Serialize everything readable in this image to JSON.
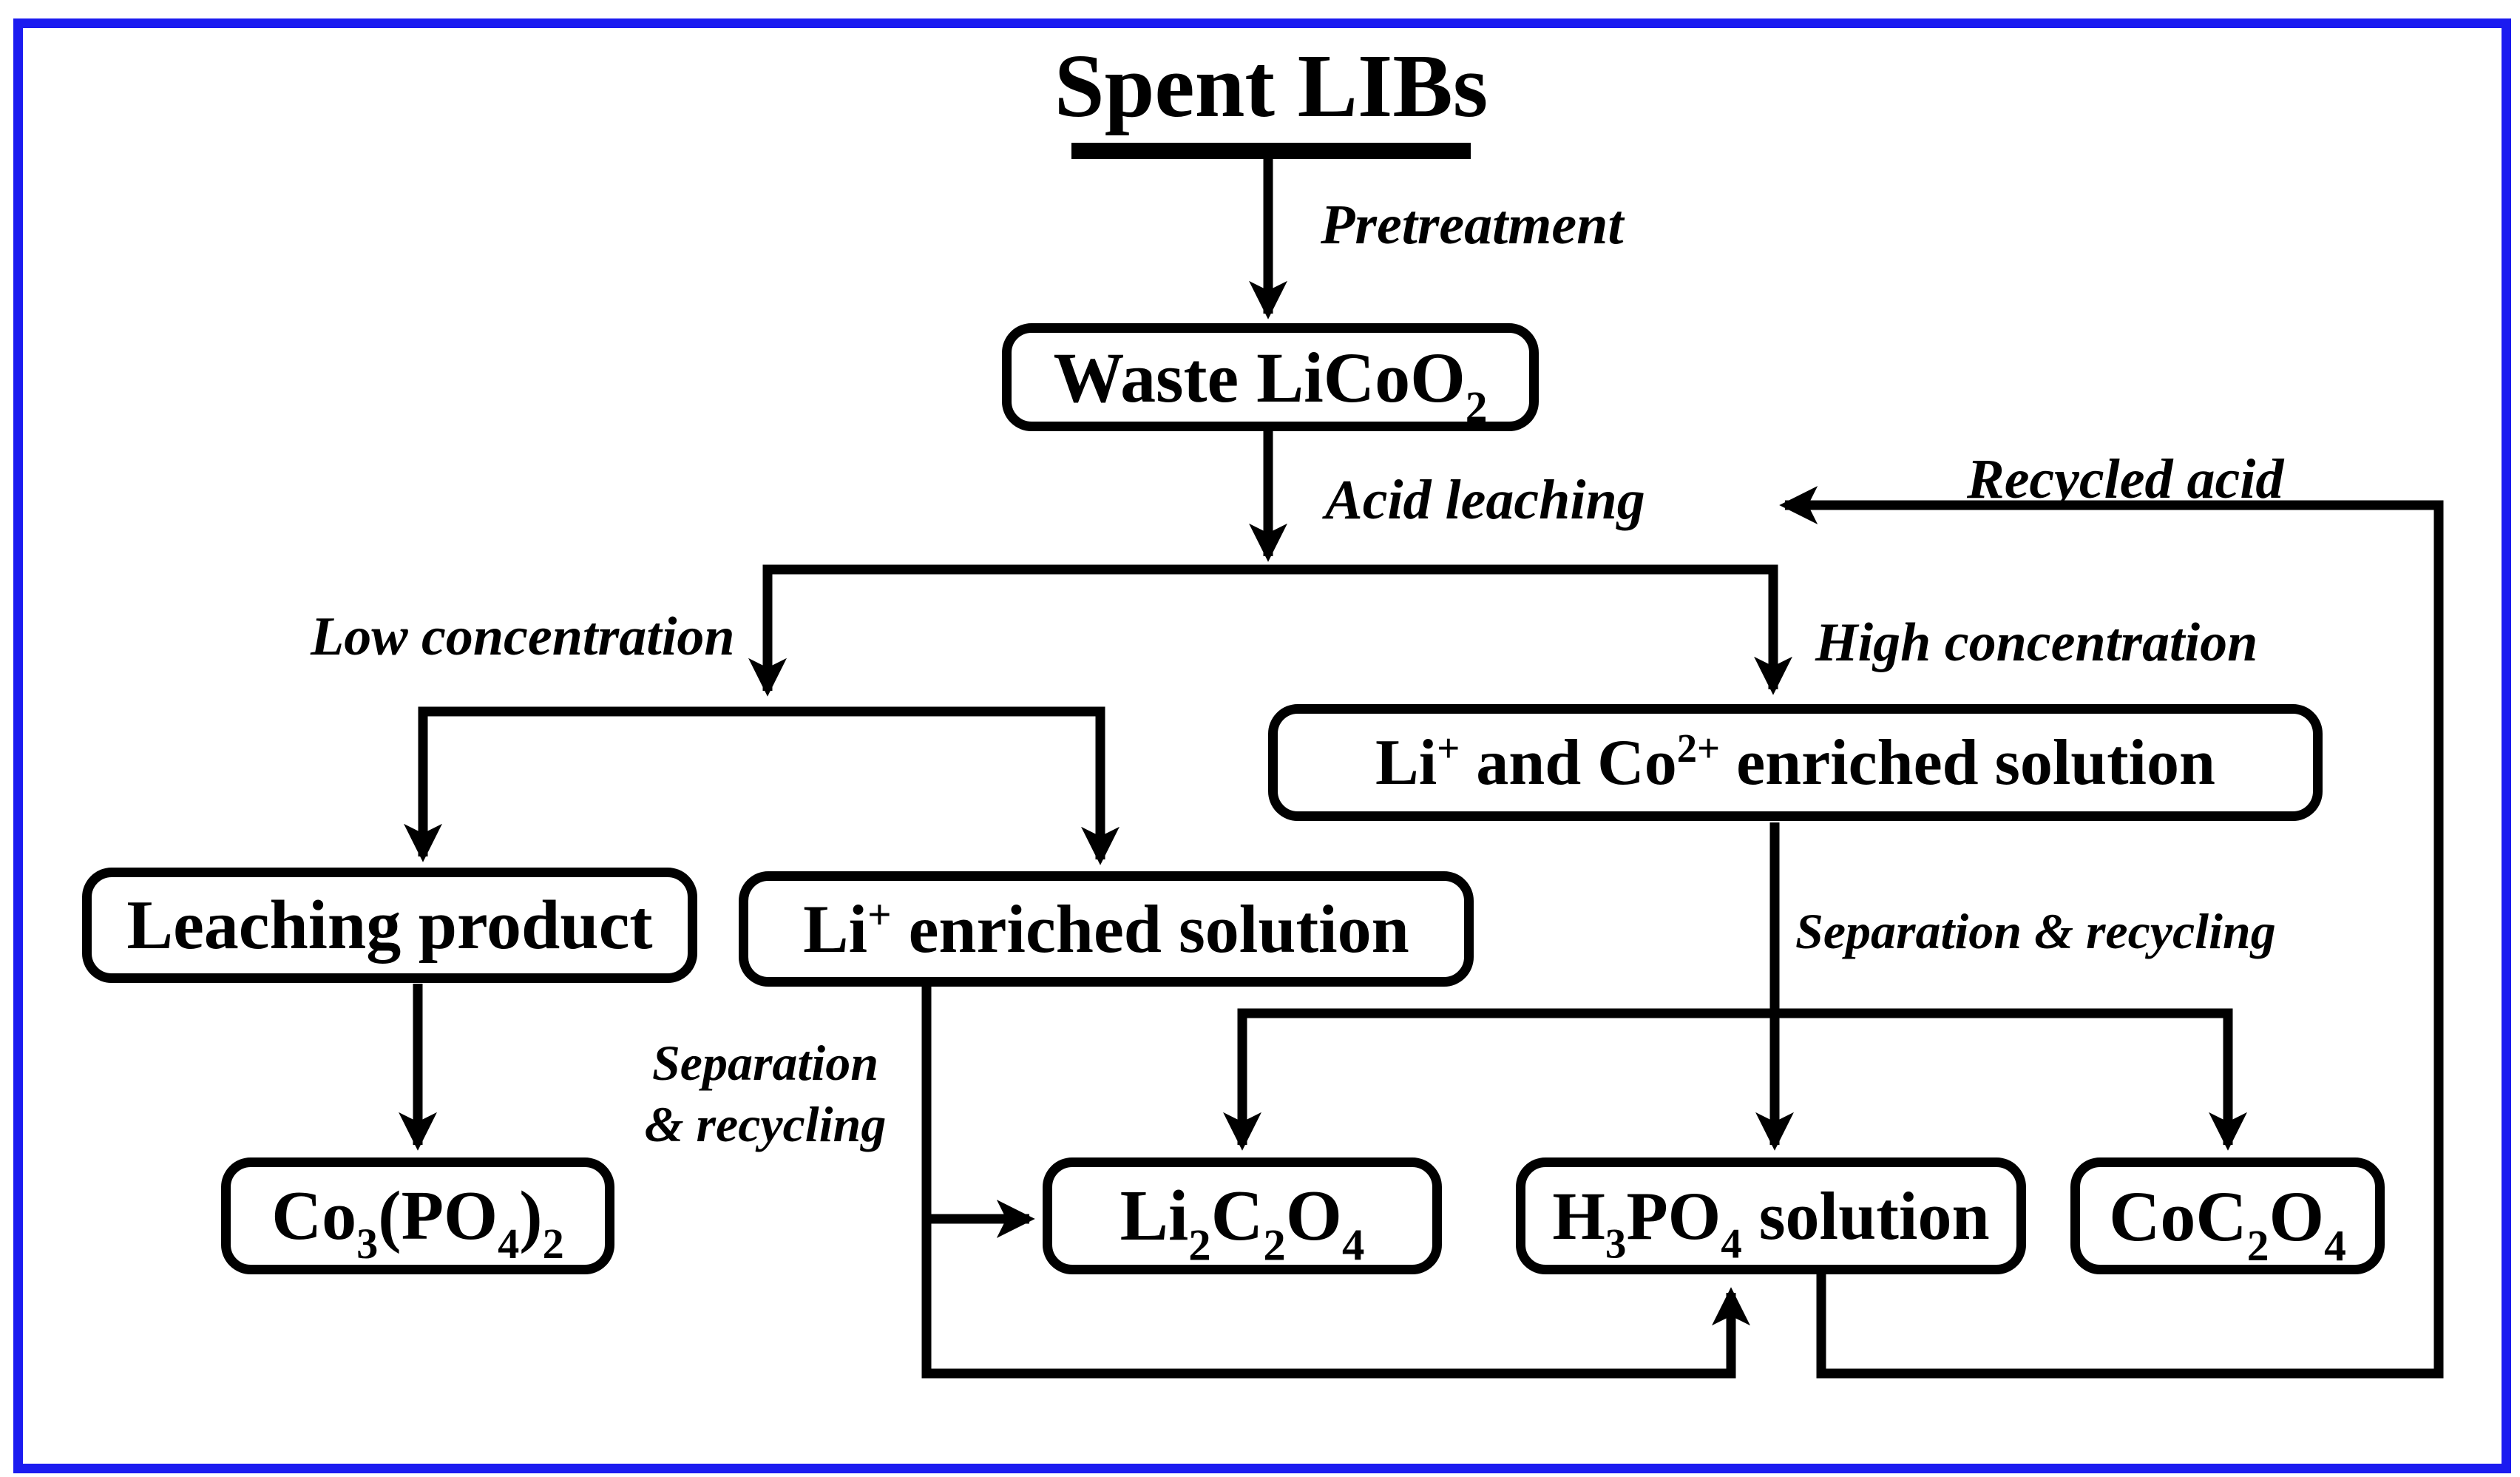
{
  "diagram": {
    "border_color": "#1b1bf0",
    "title": "Spent LIBs",
    "labels": {
      "pretreatment": "Pretreatment",
      "acid_leaching": "Acid leaching",
      "low_concentration": "Low concentration",
      "high_concentration": "High concentration",
      "recycled_acid": "Recycled acid",
      "separation_left_line1": "Separation",
      "separation_left_line2": "& recycling",
      "separation_right": "Separation &  recycling"
    },
    "boxes": {
      "waste_licoo2": {
        "p1": "Waste LiCoO",
        "sub1": "2"
      },
      "li_co_solution": {
        "p1": "Li",
        "sup1": "+",
        "p2": " and Co",
        "sup2": "2+",
        "p3": " enriched solution"
      },
      "leaching_product": {
        "p1": "Leaching product"
      },
      "li_enriched": {
        "p1": "Li",
        "sup1": "+",
        "p2": " enriched solution"
      },
      "co3_po4_2": {
        "p1": "Co",
        "sub1": "3",
        "p2": "(PO",
        "sub2": "4",
        "p3": ")",
        "sub3": "2"
      },
      "li2_c2_o4": {
        "p1": "Li",
        "sub1": "2",
        "p2": "C",
        "sub2": "2",
        "p3": "O",
        "sub3": "4"
      },
      "h3_po4": {
        "p1": "H",
        "sub1": "3",
        "p2": "PO",
        "sub2": "4",
        "p3": " solution"
      },
      "co_c2_o4": {
        "p1": "CoC",
        "sub1": "2",
        "p2": "O",
        "sub2": "4"
      }
    }
  }
}
